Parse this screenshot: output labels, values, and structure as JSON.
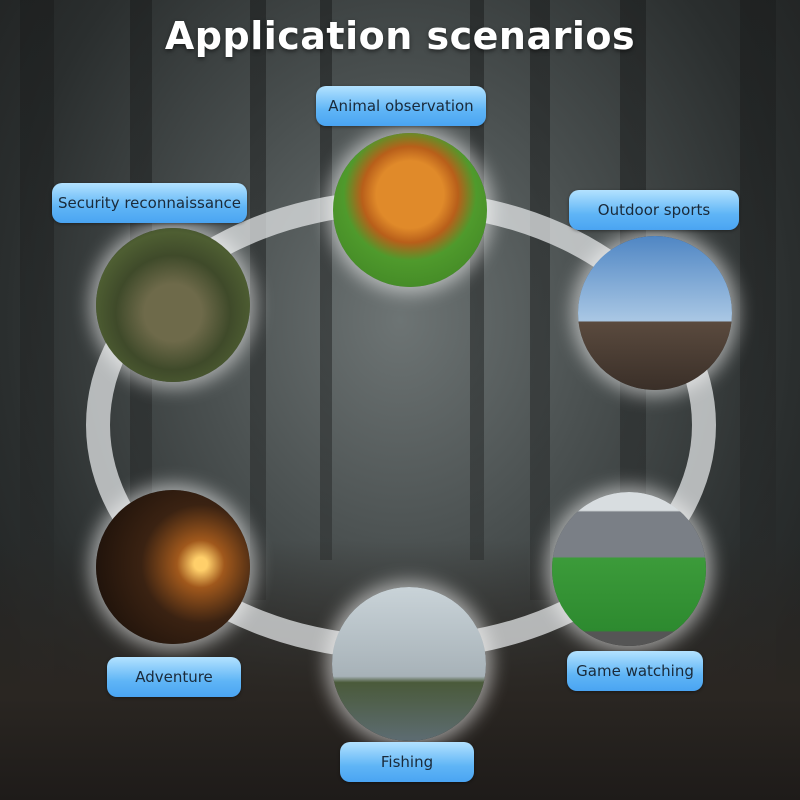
{
  "title": "Application scenarios",
  "scenarios": [
    {
      "label": "Animal observation"
    },
    {
      "label": "Outdoor sports"
    },
    {
      "label": "Game watching"
    },
    {
      "label": "Fishing"
    },
    {
      "label": "Adventure"
    },
    {
      "label": "Security reconnaissance"
    }
  ],
  "colors": {
    "label_top": "#b3e2ff",
    "label_bottom": "#4aa4f2",
    "ring": "#e1e4e6"
  }
}
